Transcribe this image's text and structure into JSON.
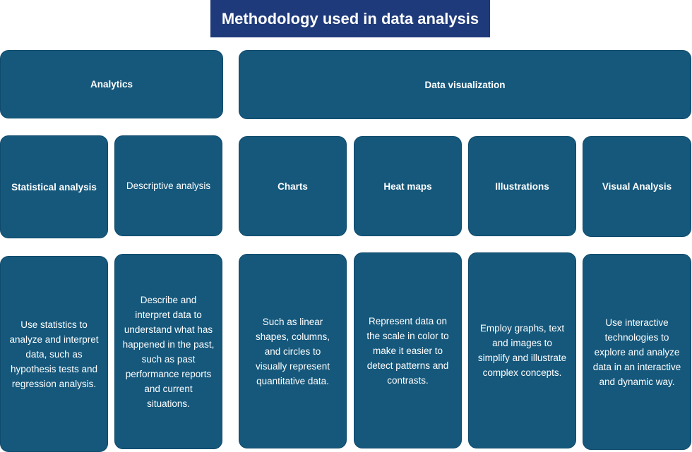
{
  "title": "Methodology used in data analysis",
  "categories": {
    "analytics": "Analytics",
    "visualization": "Data visualization"
  },
  "methods": {
    "statistical": {
      "label": "Statistical analysis",
      "desc": "Use statistics to analyze and interpret data, such as hypothesis tests and regression analysis."
    },
    "descriptive": {
      "label": "Descriptive analysis",
      "desc": "Describe and interpret data to understand what has happened in the past, such as past performance reports and current situations."
    },
    "charts": {
      "label": "Charts",
      "desc": "Such as linear shapes, columns, and circles to visually represent quantitative data."
    },
    "heatmaps": {
      "label": "Heat maps",
      "desc": "Represent data on the scale in color to make it easier to detect patterns and contrasts."
    },
    "illustrations": {
      "label": "Illustrations",
      "desc": "Employ graphs, text and images to simplify and illustrate complex concepts."
    },
    "visual": {
      "label": "Visual Analysis",
      "desc": "Use interactive technologies to explore and analyze data in an interactive and dynamic way."
    }
  }
}
